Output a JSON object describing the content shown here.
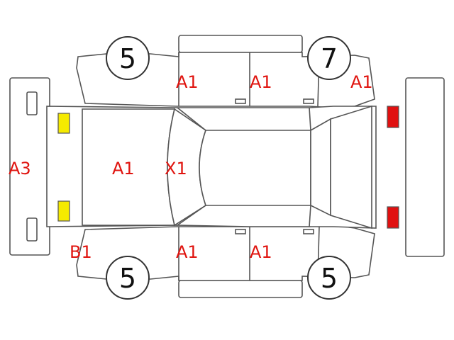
{
  "colors": {
    "code_text": "#e0140f",
    "front_lamp": "#f5ea00",
    "rear_lamp": "#e01010",
    "outline": "#555555"
  },
  "wheels": {
    "front_top": "5",
    "rear_top": "7",
    "front_bottom": "5",
    "rear_bottom": "5"
  },
  "codes": {
    "front_bumper": "A3",
    "hood": "A1",
    "windshield": "X1",
    "front_fender_top": "A1",
    "rear_door_top": "A1",
    "rear_quarter_top": "A1",
    "front_fender_bottom": "B1",
    "front_door_bottom": "A1",
    "rear_door_bottom": "A1"
  }
}
